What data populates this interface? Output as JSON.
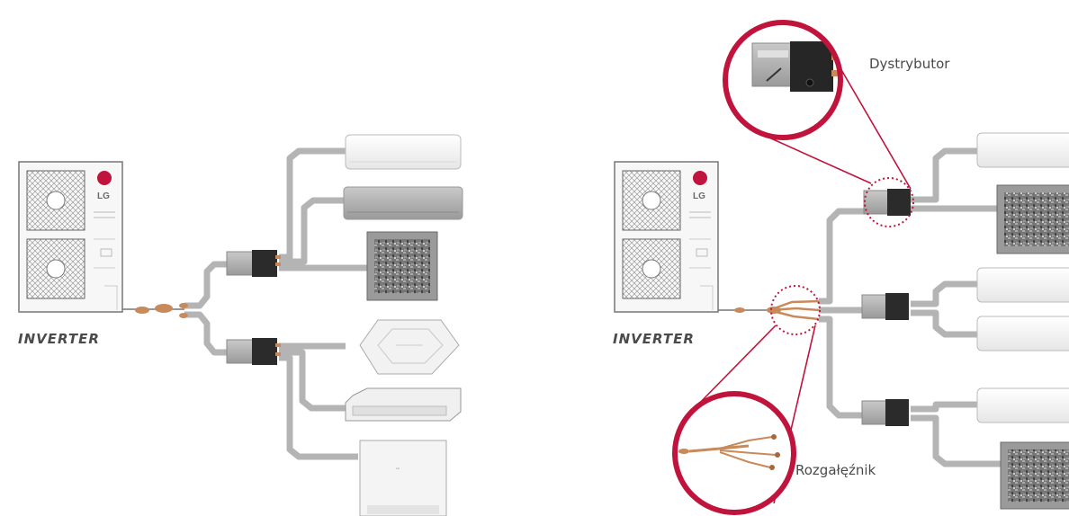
{
  "left_system": {
    "outdoor_unit": {
      "brand": "LG",
      "label": "INVERTER"
    },
    "indoor_units": [
      "wall-split-white",
      "wall-split-silver",
      "artcool-gallery",
      "ceiling-cassette",
      "duct-unit",
      "console-unit"
    ]
  },
  "right_system": {
    "outdoor_unit": {
      "brand": "LG",
      "label": "INVERTER"
    },
    "callout_distributor": "Dystrybutor",
    "callout_splitter": "Rozgałęźnik",
    "indoor_units": [
      "wall-split",
      "artcool-gallery",
      "wall-split",
      "wall-split",
      "wall-split",
      "artcool-gallery"
    ]
  },
  "colors": {
    "accent": "#c0143c",
    "pipe": "#b4b4b4",
    "copper": "#c88a5a",
    "box_dark": "#2b2b2b"
  }
}
